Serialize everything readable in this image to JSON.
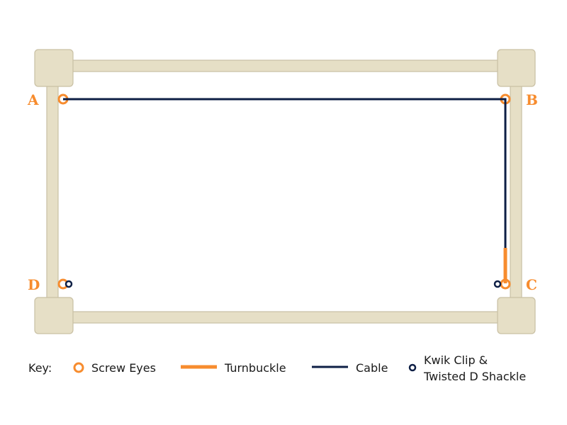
{
  "corners": {
    "a": "A",
    "b": "B",
    "c": "C",
    "d": "D"
  },
  "key": {
    "title": "Key:",
    "screw_eyes": "Screw Eyes",
    "turnbuckle": "Turnbuckle",
    "cable": "Cable",
    "clip_line1": "Kwik Clip &",
    "clip_line2": "Twisted D Shackle"
  },
  "colors": {
    "wood": "#e6dfc6",
    "wood_border": "#c9c0a4",
    "orange": "#f78c2e",
    "navy": "#0e1f45"
  }
}
